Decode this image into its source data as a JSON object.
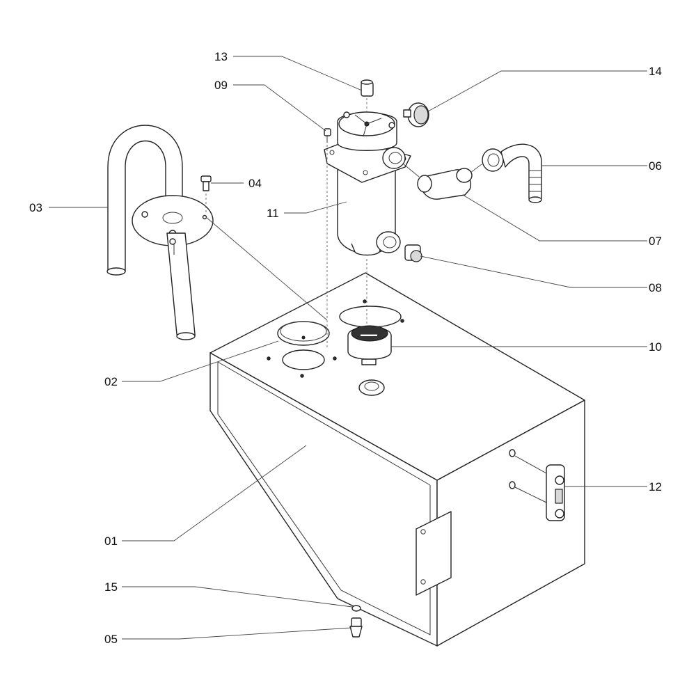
{
  "callouts": [
    {
      "id": "01",
      "label": "01"
    },
    {
      "id": "02",
      "label": "02"
    },
    {
      "id": "03",
      "label": "03"
    },
    {
      "id": "04",
      "label": "04"
    },
    {
      "id": "05",
      "label": "05"
    },
    {
      "id": "06",
      "label": "06"
    },
    {
      "id": "07",
      "label": "07"
    },
    {
      "id": "08",
      "label": "08"
    },
    {
      "id": "09",
      "label": "09"
    },
    {
      "id": "10",
      "label": "10"
    },
    {
      "id": "11",
      "label": "11"
    },
    {
      "id": "12",
      "label": "12"
    },
    {
      "id": "13",
      "label": "13"
    },
    {
      "id": "14",
      "label": "14"
    },
    {
      "id": "15",
      "label": "15"
    }
  ]
}
